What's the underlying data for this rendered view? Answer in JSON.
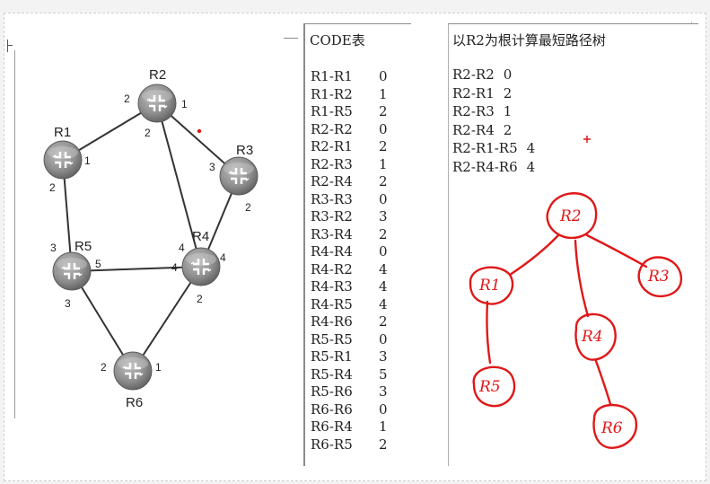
{
  "code_table": {
    "title": "CODE表",
    "rows": [
      {
        "pair": "R1-R1",
        "cost": "0"
      },
      {
        "pair": "R1-R2",
        "cost": "1"
      },
      {
        "pair": "R1-R5",
        "cost": "2"
      },
      {
        "pair": "R2-R2",
        "cost": "0"
      },
      {
        "pair": "R2-R1",
        "cost": "2"
      },
      {
        "pair": "R2-R3",
        "cost": "1"
      },
      {
        "pair": "R2-R4",
        "cost": "2"
      },
      {
        "pair": "R3-R3",
        "cost": "0"
      },
      {
        "pair": "R3-R2",
        "cost": "3"
      },
      {
        "pair": "R3-R4",
        "cost": "2"
      },
      {
        "pair": "R4-R4",
        "cost": "0"
      },
      {
        "pair": "R4-R2",
        "cost": "4"
      },
      {
        "pair": "R4-R3",
        "cost": "4"
      },
      {
        "pair": "R4-R5",
        "cost": "4"
      },
      {
        "pair": "R4-R6",
        "cost": "2"
      },
      {
        "pair": "R5-R5",
        "cost": "0"
      },
      {
        "pair": "R5-R1",
        "cost": "3"
      },
      {
        "pair": "R5-R4",
        "cost": "5"
      },
      {
        "pair": "R5-R6",
        "cost": "3"
      },
      {
        "pair": "R6-R6",
        "cost": "0"
      },
      {
        "pair": "R6-R4",
        "cost": "1"
      },
      {
        "pair": "R6-R5",
        "cost": "2"
      }
    ]
  },
  "spt": {
    "title": "以R2为根计算最短路径树",
    "rows": [
      {
        "pair": "R2-R2",
        "cost": "0"
      },
      {
        "pair": "R2-R1",
        "cost": "2"
      },
      {
        "pair": "R2-R3",
        "cost": "1"
      },
      {
        "pair": "R2-R4",
        "cost": "2"
      },
      {
        "pair": "R2-R1-R5",
        "cost": "4"
      },
      {
        "pair": "R2-R4-R6",
        "cost": "4"
      }
    ],
    "tree_nodes": [
      "R2",
      "R1",
      "R3",
      "R4",
      "R5",
      "R6"
    ]
  },
  "topology": {
    "routers": [
      "R1",
      "R2",
      "R3",
      "R4",
      "R5",
      "R6"
    ],
    "interface_costs": {
      "r1_to_r2": "1",
      "r1_to_r5": "2",
      "r2_to_r1": "2",
      "r2_to_r3": "1",
      "r2_to_r4": "2",
      "r3_to_r2": "3",
      "r3_to_r4": "2",
      "r4_to_r2": "4",
      "r4_to_r3": "4",
      "r4_to_r5": "4",
      "r4_to_r6": "2",
      "r5_to_r1": "3",
      "r5_to_r4": "5",
      "r5_to_r6": "3",
      "r6_to_r5": "2",
      "r6_to_r4": "1"
    }
  },
  "colors": {
    "tree": "#e01818",
    "router": "#8c8c8c",
    "link": "#333333"
  }
}
